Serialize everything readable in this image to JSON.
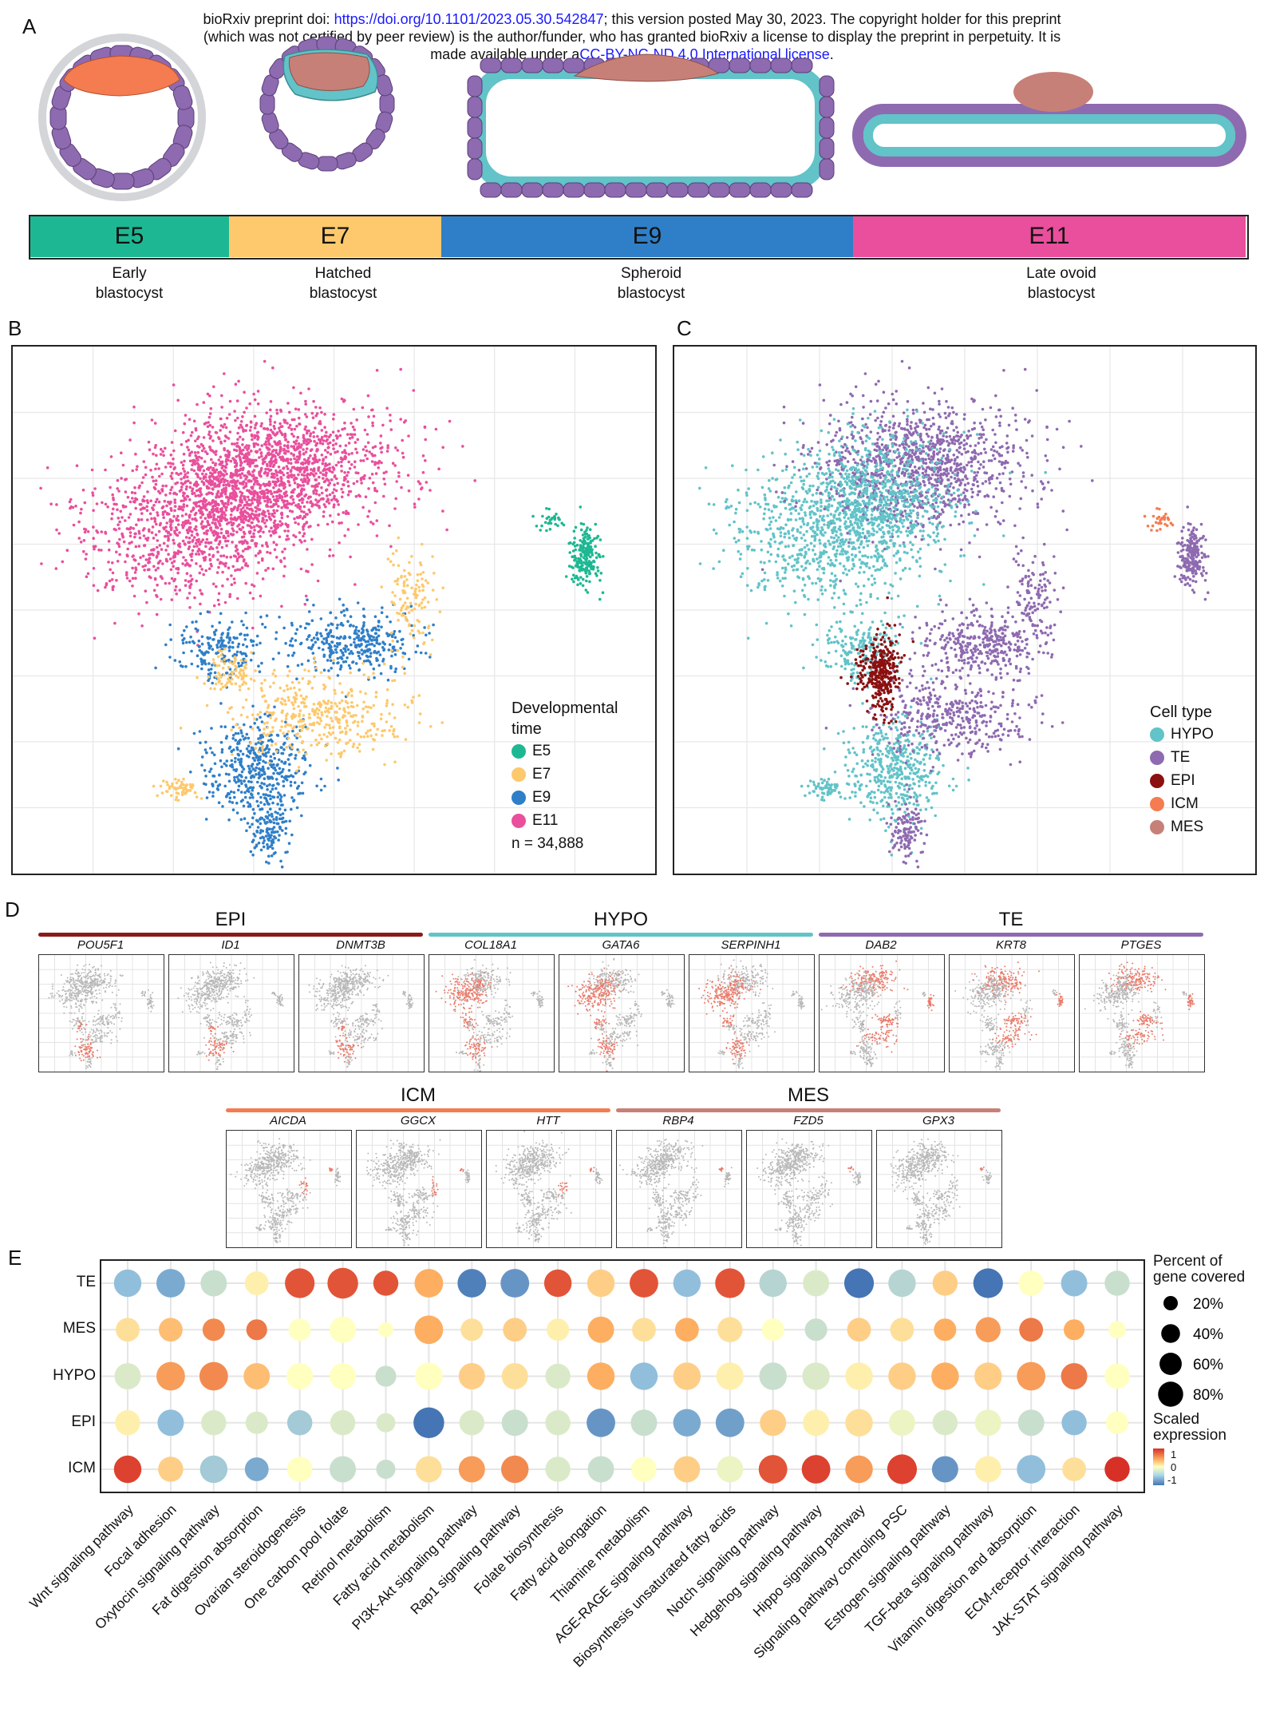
{
  "header": {
    "line1_prefix": "bioRxiv preprint doi: ",
    "line1_link": "https://doi.org/10.1101/2023.05.30.542847",
    "line1_suffix": "; this version posted May 30, 2023. The copyright holder for this preprint",
    "line2": "(which was not certified by peer review) is the author/funder, who has granted bioRxiv a license to display the preprint in perpetuity. It is",
    "line3_prefix": "made available under a",
    "line3_link": "CC-BY-NC-ND 4.0 International license",
    "line3_suffix": "."
  },
  "panels": {
    "a": "A",
    "b": "B",
    "c": "C",
    "d": "D",
    "e": "E"
  },
  "timeline": [
    {
      "label": "E5",
      "caption1": "Early",
      "caption2": "blastocyst",
      "color": "#1db893"
    },
    {
      "label": "E7",
      "caption1": "Hatched",
      "caption2": "blastocyst",
      "color": "#fdc96c"
    },
    {
      "label": "E9",
      "caption1": "Spheroid",
      "caption2": "blastocyst",
      "color": "#2f7fc8"
    },
    {
      "label": "E11",
      "caption1": "Late ovoid",
      "caption2": "blastocyst",
      "color": "#e94f9c"
    }
  ],
  "colors": {
    "trophectoderm": "#8e6ab0",
    "hypoblast": "#62c3c8",
    "icm": "#f47c50",
    "epiblast_embryo": "#c78078",
    "zona": "#d3d5d8",
    "grey_cells": "#b5b5b5"
  },
  "panel_b": {
    "legend_title_1": "Developmental",
    "legend_title_2": "time",
    "items": [
      {
        "label": "E5",
        "color": "#1db893"
      },
      {
        "label": "E7",
        "color": "#fdc96c"
      },
      {
        "label": "E9",
        "color": "#2f7fc8"
      },
      {
        "label": "E11",
        "color": "#e94f9c"
      }
    ],
    "n_label": "n = 34,888"
  },
  "panel_c": {
    "legend_title": "Cell type",
    "items": [
      {
        "label": "HYPO",
        "color": "#62c3c8"
      },
      {
        "label": "TE",
        "color": "#8e6ab0"
      },
      {
        "label": "EPI",
        "color": "#8b1010"
      },
      {
        "label": "ICM",
        "color": "#f47c50"
      },
      {
        "label": "MES",
        "color": "#c78078"
      }
    ]
  },
  "panel_d": {
    "groups": [
      {
        "name": "EPI",
        "color": "#8b1a1a",
        "genes": [
          "POU5F1",
          "ID1",
          "DNMT3B"
        ]
      },
      {
        "name": "HYPO",
        "color": "#62c3c8",
        "genes": [
          "COL18A1",
          "GATA6",
          "SERPINH1"
        ]
      },
      {
        "name": "TE",
        "color": "#8e6ab0",
        "genes": [
          "DAB2",
          "KRT8",
          "PTGES"
        ]
      },
      {
        "name": "ICM",
        "color": "#f47c50",
        "genes": [
          "AICDA",
          "GGCX",
          "HTT"
        ]
      },
      {
        "name": "MES",
        "color": "#c78078",
        "genes": [
          "RBP4",
          "FZD5",
          "GPX3"
        ]
      }
    ]
  },
  "chart_data": {
    "type": "dotplot",
    "rows": [
      "TE",
      "MES",
      "HYPO",
      "EPI",
      "ICM"
    ],
    "columns": [
      "Wnt signaling pathway",
      "Focal adhesion",
      "Oxytocin signaling pathway",
      "Fat digestion absorption",
      "Ovarian steroidogenesis",
      "One carbon pool folate",
      "Retinol metabolism",
      "Fatty acid metabolism",
      "PI3K-Akt signaling pathway",
      "Rap1 signaling pathway",
      "Folate biosynthesis",
      "Fatty acid elongation",
      "Thiamine metabolism",
      "AGE-RAGE signaling pathway",
      "Biosynthesis unsaturated fatty acids",
      "Notch signaling pathway",
      "Hedgehog signaling pathway",
      "Hippo signaling pathway",
      "Signaling pathway controling PSC",
      "Estrogen signaling pathway",
      "TGF-beta signaling pathway",
      "Vitamin digestion and absorption",
      "ECM-receptor interaction",
      "JAK-STAT signaling pathway"
    ],
    "size_pct": [
      [
        50,
        55,
        45,
        35,
        60,
        65,
        40,
        55,
        55,
        55,
        50,
        50,
        55,
        50,
        60,
        50,
        45,
        60,
        50,
        40,
        60,
        40,
        45,
        40
      ],
      [
        35,
        35,
        30,
        25,
        30,
        45,
        10,
        55,
        30,
        35,
        30,
        45,
        35,
        35,
        40,
        30,
        30,
        35,
        35,
        30,
        40,
        35,
        25,
        15
      ],
      [
        45,
        55,
        55,
        45,
        45,
        45,
        25,
        50,
        45,
        45,
        40,
        50,
        50,
        50,
        50,
        50,
        50,
        50,
        50,
        50,
        50,
        55,
        45,
        40
      ],
      [
        40,
        45,
        40,
        30,
        40,
        40,
        20,
        65,
        40,
        45,
        40,
        55,
        45,
        50,
        55,
        45,
        45,
        50,
        45,
        40,
        45,
        45,
        40,
        30
      ],
      [
        50,
        40,
        50,
        35,
        40,
        45,
        20,
        45,
        45,
        50,
        40,
        45,
        40,
        45,
        45,
        55,
        55,
        50,
        60,
        45,
        45,
        55,
        35,
        40
      ]
    ],
    "scaled_expression": [
      [
        -0.6,
        -0.8,
        -0.3,
        0.1,
        1.0,
        1.0,
        1.0,
        0.5,
        -1.2,
        -1.0,
        1.0,
        0.3,
        1.0,
        -0.6,
        1.0,
        -0.4,
        -0.2,
        -1.3,
        -0.4,
        0.3,
        -1.3,
        0.0,
        -0.6,
        -0.3
      ],
      [
        0.2,
        0.4,
        0.7,
        0.8,
        0.0,
        0.0,
        0.0,
        0.5,
        0.2,
        0.3,
        0.1,
        0.5,
        0.2,
        0.5,
        0.2,
        0.0,
        -0.3,
        0.3,
        0.2,
        0.5,
        0.6,
        0.8,
        0.5,
        0.0
      ],
      [
        -0.2,
        0.6,
        0.7,
        0.4,
        0.0,
        0.0,
        -0.3,
        0.0,
        0.3,
        0.2,
        -0.2,
        0.5,
        -0.6,
        0.3,
        0.1,
        -0.3,
        -0.2,
        0.1,
        0.3,
        0.5,
        0.3,
        0.6,
        0.8,
        0.0
      ],
      [
        0.1,
        -0.6,
        -0.2,
        -0.2,
        -0.5,
        -0.2,
        -0.2,
        -1.3,
        -0.2,
        -0.3,
        -0.2,
        -1.0,
        -0.3,
        -0.8,
        -0.9,
        0.3,
        0.1,
        0.2,
        -0.1,
        -0.2,
        -0.1,
        -0.3,
        -0.6,
        0.0
      ],
      [
        1.1,
        0.3,
        -0.5,
        -0.8,
        0.0,
        -0.3,
        -0.3,
        0.2,
        0.6,
        0.7,
        -0.2,
        -0.3,
        0.0,
        0.3,
        -0.1,
        1.0,
        1.1,
        0.6,
        1.1,
        -1.0,
        0.1,
        -0.6,
        0.2,
        1.2
      ]
    ],
    "size_legend_title_1": "Percent of",
    "size_legend_title_2": "gene covered",
    "size_legend": [
      {
        "label": "20%",
        "value": 20
      },
      {
        "label": "40%",
        "value": 40
      },
      {
        "label": "60%",
        "value": 60
      },
      {
        "label": "80%",
        "value": 80
      }
    ],
    "color_legend_title_1": "Scaled",
    "color_legend_title_2": "expression",
    "color_ticks": [
      "1",
      "0",
      "-1"
    ]
  }
}
